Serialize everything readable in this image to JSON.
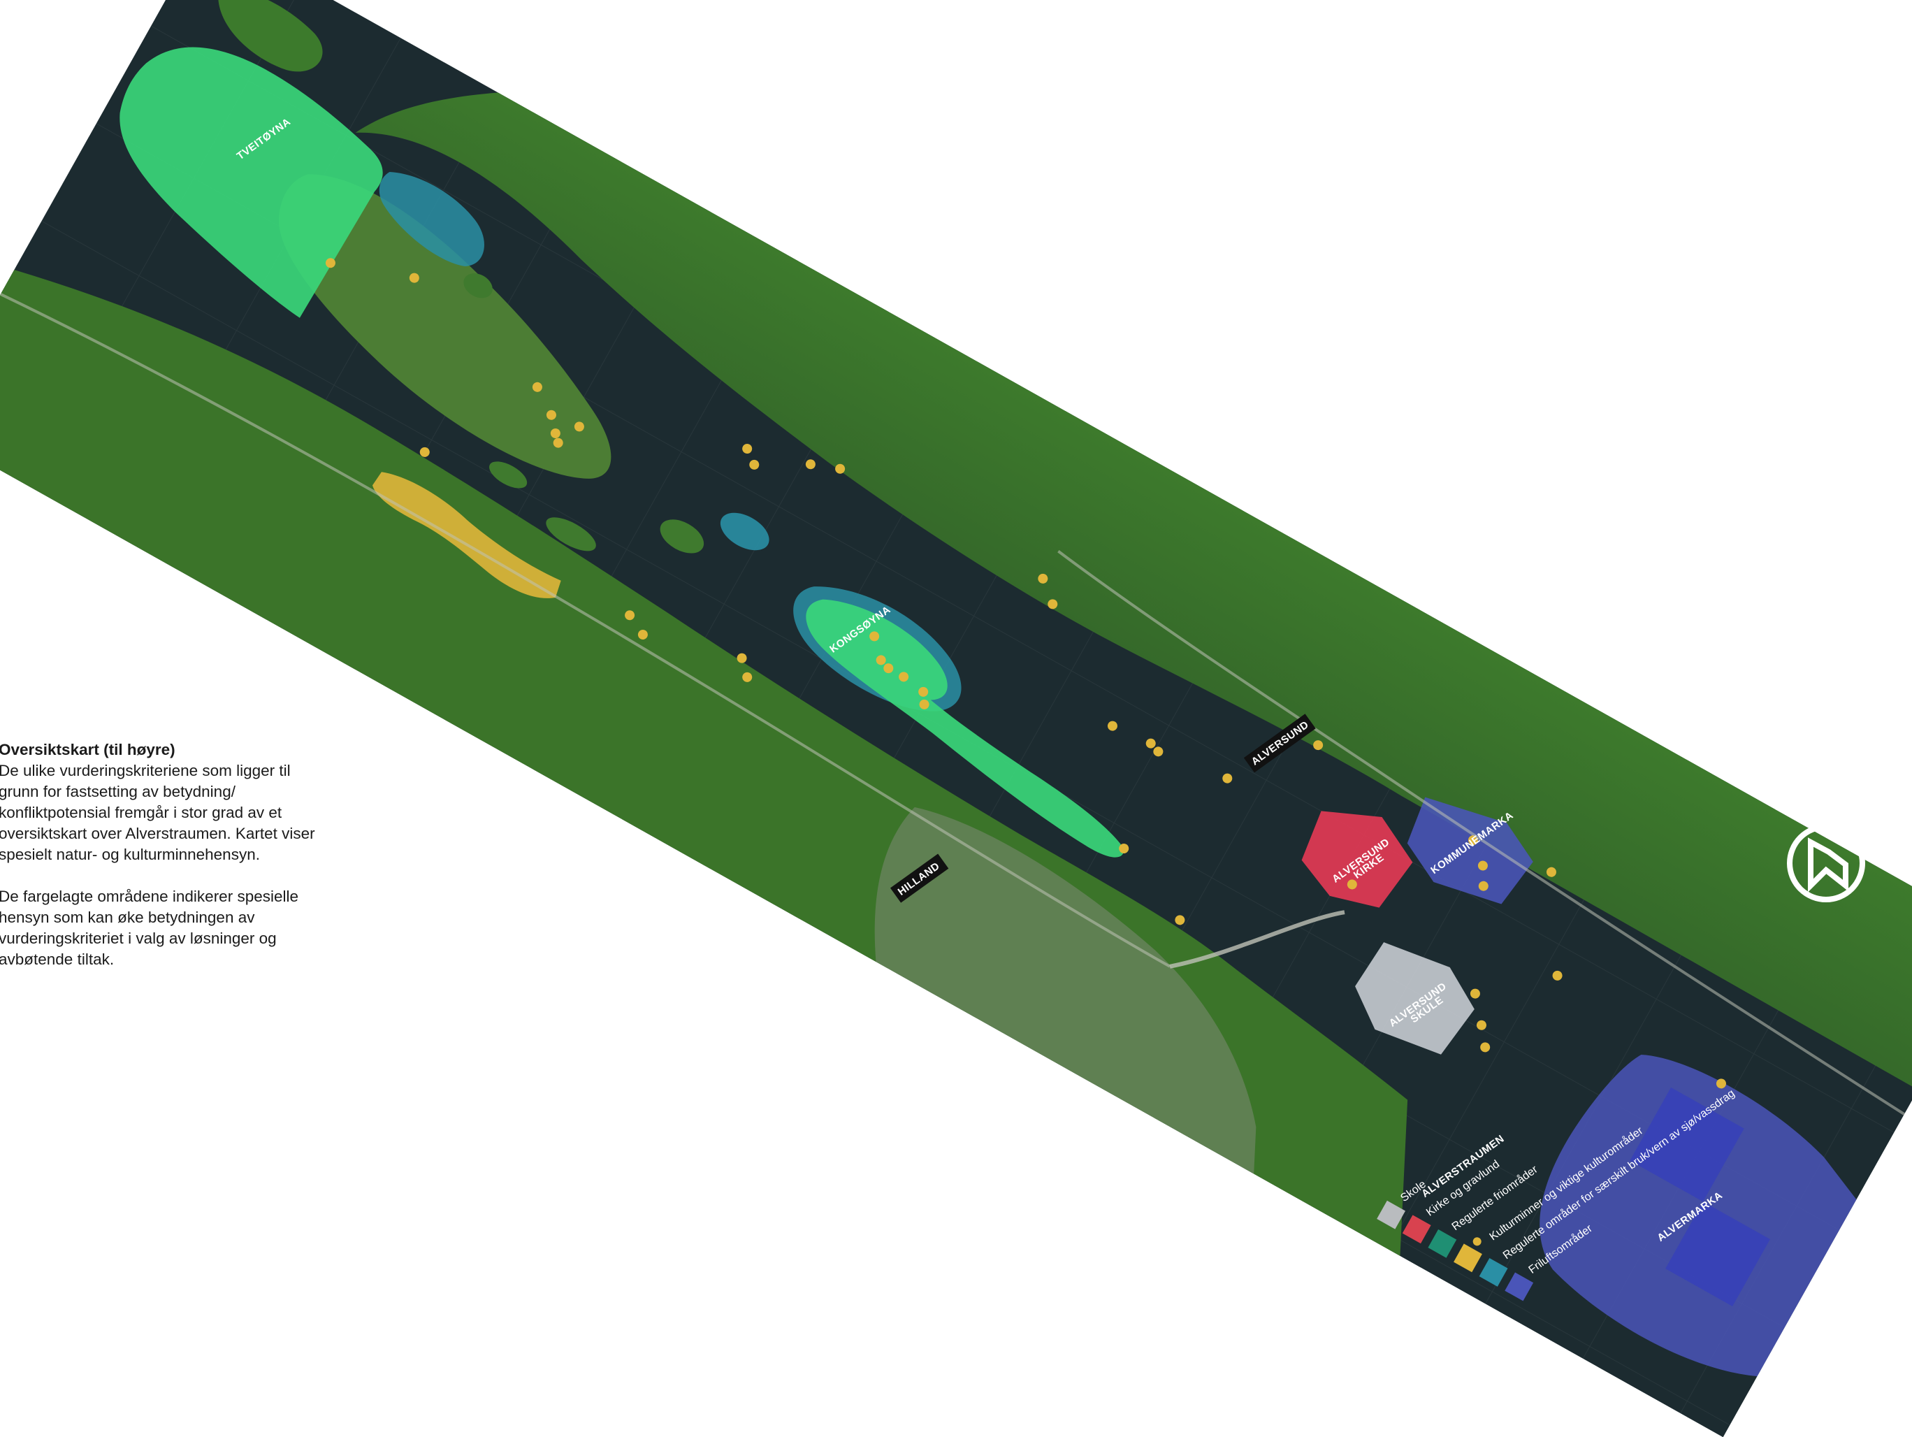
{
  "description": {
    "heading": "Oversiktskart (til høyre)",
    "paragraph1": "De ulike vurderingskriteriene som ligger til grunn for fastsetting av betydning/ konfliktpotensial fremgår i stor grad av et oversiktskart over Alverstraumen. Kartet viser spesielt natur- og kulturminnehensyn.",
    "paragraph2": "De fargelagte områdene indikerer spesielle hensyn som kan øke betydningen av vurderingskriteriet i valg av løsninger og avbøtende tiltak."
  },
  "map": {
    "area_labels": {
      "tveitoyna": "TVEITØYNA",
      "kongsoyna": "KONGSØYNA",
      "alversund_kirke_line1": "ALVERSUND",
      "alversund_kirke_line2": "KIRKE",
      "kommunemarka": "KOMMUNEMARKA",
      "alversund_skule_line1": "ALVERSUND",
      "alversund_skule_line2": "SKULE",
      "alvermarka": "ALVERMARKA"
    },
    "road_labels": {
      "alversund": "ALVERSUND",
      "hilland": "HILLAND",
      "alverstraumen": "ALVERSTRAUMEN"
    }
  },
  "legend": {
    "items": [
      {
        "label": "Skole",
        "color": "#b9bcbf"
      },
      {
        "label": "Kirke og gravlund",
        "color": "#d8424f"
      },
      {
        "label": "Regulerte friområder",
        "color": "#1f8f73"
      },
      {
        "label": "Kulturminner og viktige kulturområder",
        "color": "#e0b63a"
      },
      {
        "label": "Regulerte områder for særskilt bruk/vern av sjø/vassdrag",
        "color": "#2a8fa5"
      },
      {
        "label": "Friluftsområder",
        "color": "#4a55b8"
      }
    ]
  },
  "colors": {
    "water": "#1c2b30",
    "land": "#3f7a2e",
    "nature_green": "#39d67a",
    "culture_yellow": "#e0b63a",
    "water_reserve": "#2a8fa5",
    "church": "#e23a55",
    "school": "#c7cbd2",
    "recreation": "#4a55b8"
  }
}
